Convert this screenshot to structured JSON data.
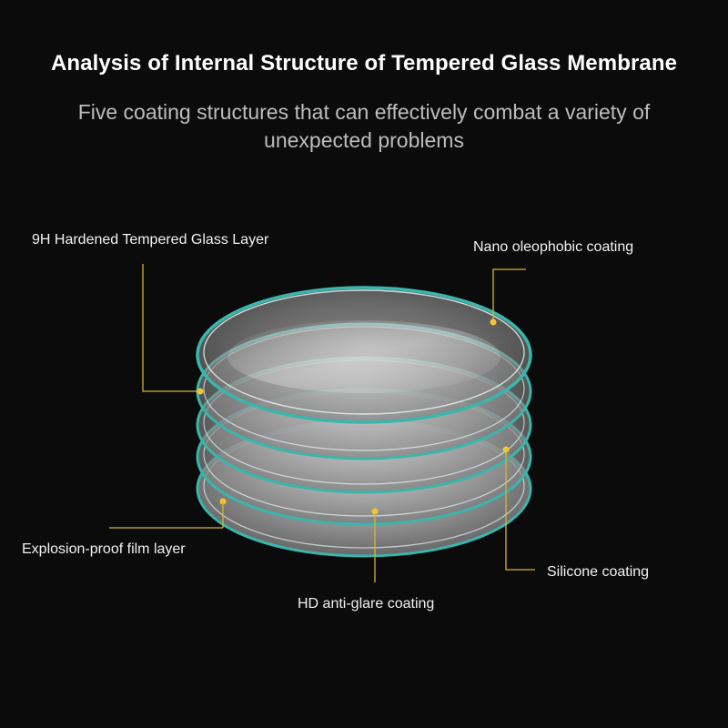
{
  "header": {
    "title": "Analysis of Internal Structure of Tempered Glass Membrane",
    "subtitle": "Five coating structures that can effectively combat a variety of unexpected problems"
  },
  "layers": {
    "glass": "9H Hardened Tempered Glass Layer",
    "nano": "Nano oleophobic coating",
    "explosion": "Explosion-proof film layer",
    "silicone": "Silicone coating",
    "antiglare": "HD anti-glare coating"
  },
  "colors": {
    "background": "#0b0b0b",
    "leader_line": "#d9b233",
    "ring": "#39b6ad",
    "disc_fill": "#9a9a9a"
  }
}
